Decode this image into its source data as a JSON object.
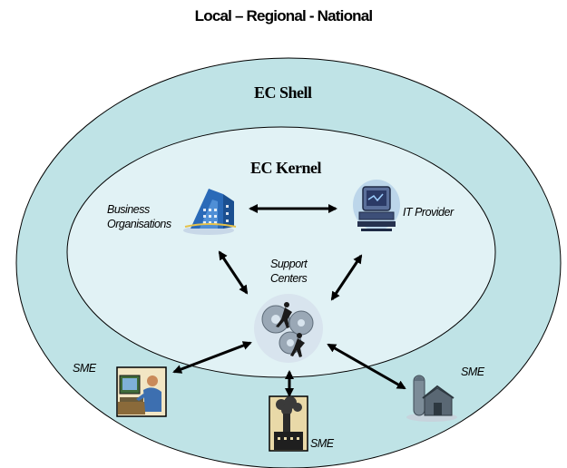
{
  "title": "Local – Regional - National",
  "shell_label": "EC Shell",
  "kernel_label": "EC Kernel",
  "nodes": {
    "business": "Business\nOrganisations",
    "it_provider": "IT Provider",
    "support": "Support\nCenters",
    "sme_left": "SME",
    "sme_bottom": "SME",
    "sme_right": "SME"
  },
  "icons": {
    "business": "office-building-icon",
    "it_provider": "computer-terminal-icon",
    "support": "gears-people-icon",
    "sme_left": "person-at-computer-icon",
    "sme_bottom": "factory-smokestack-icon",
    "sme_right": "farm-barn-silo-icon"
  },
  "colors": {
    "shell_fill": "#bfe3e6",
    "kernel_fill": "#e1f2f5",
    "outline": "#000000"
  }
}
